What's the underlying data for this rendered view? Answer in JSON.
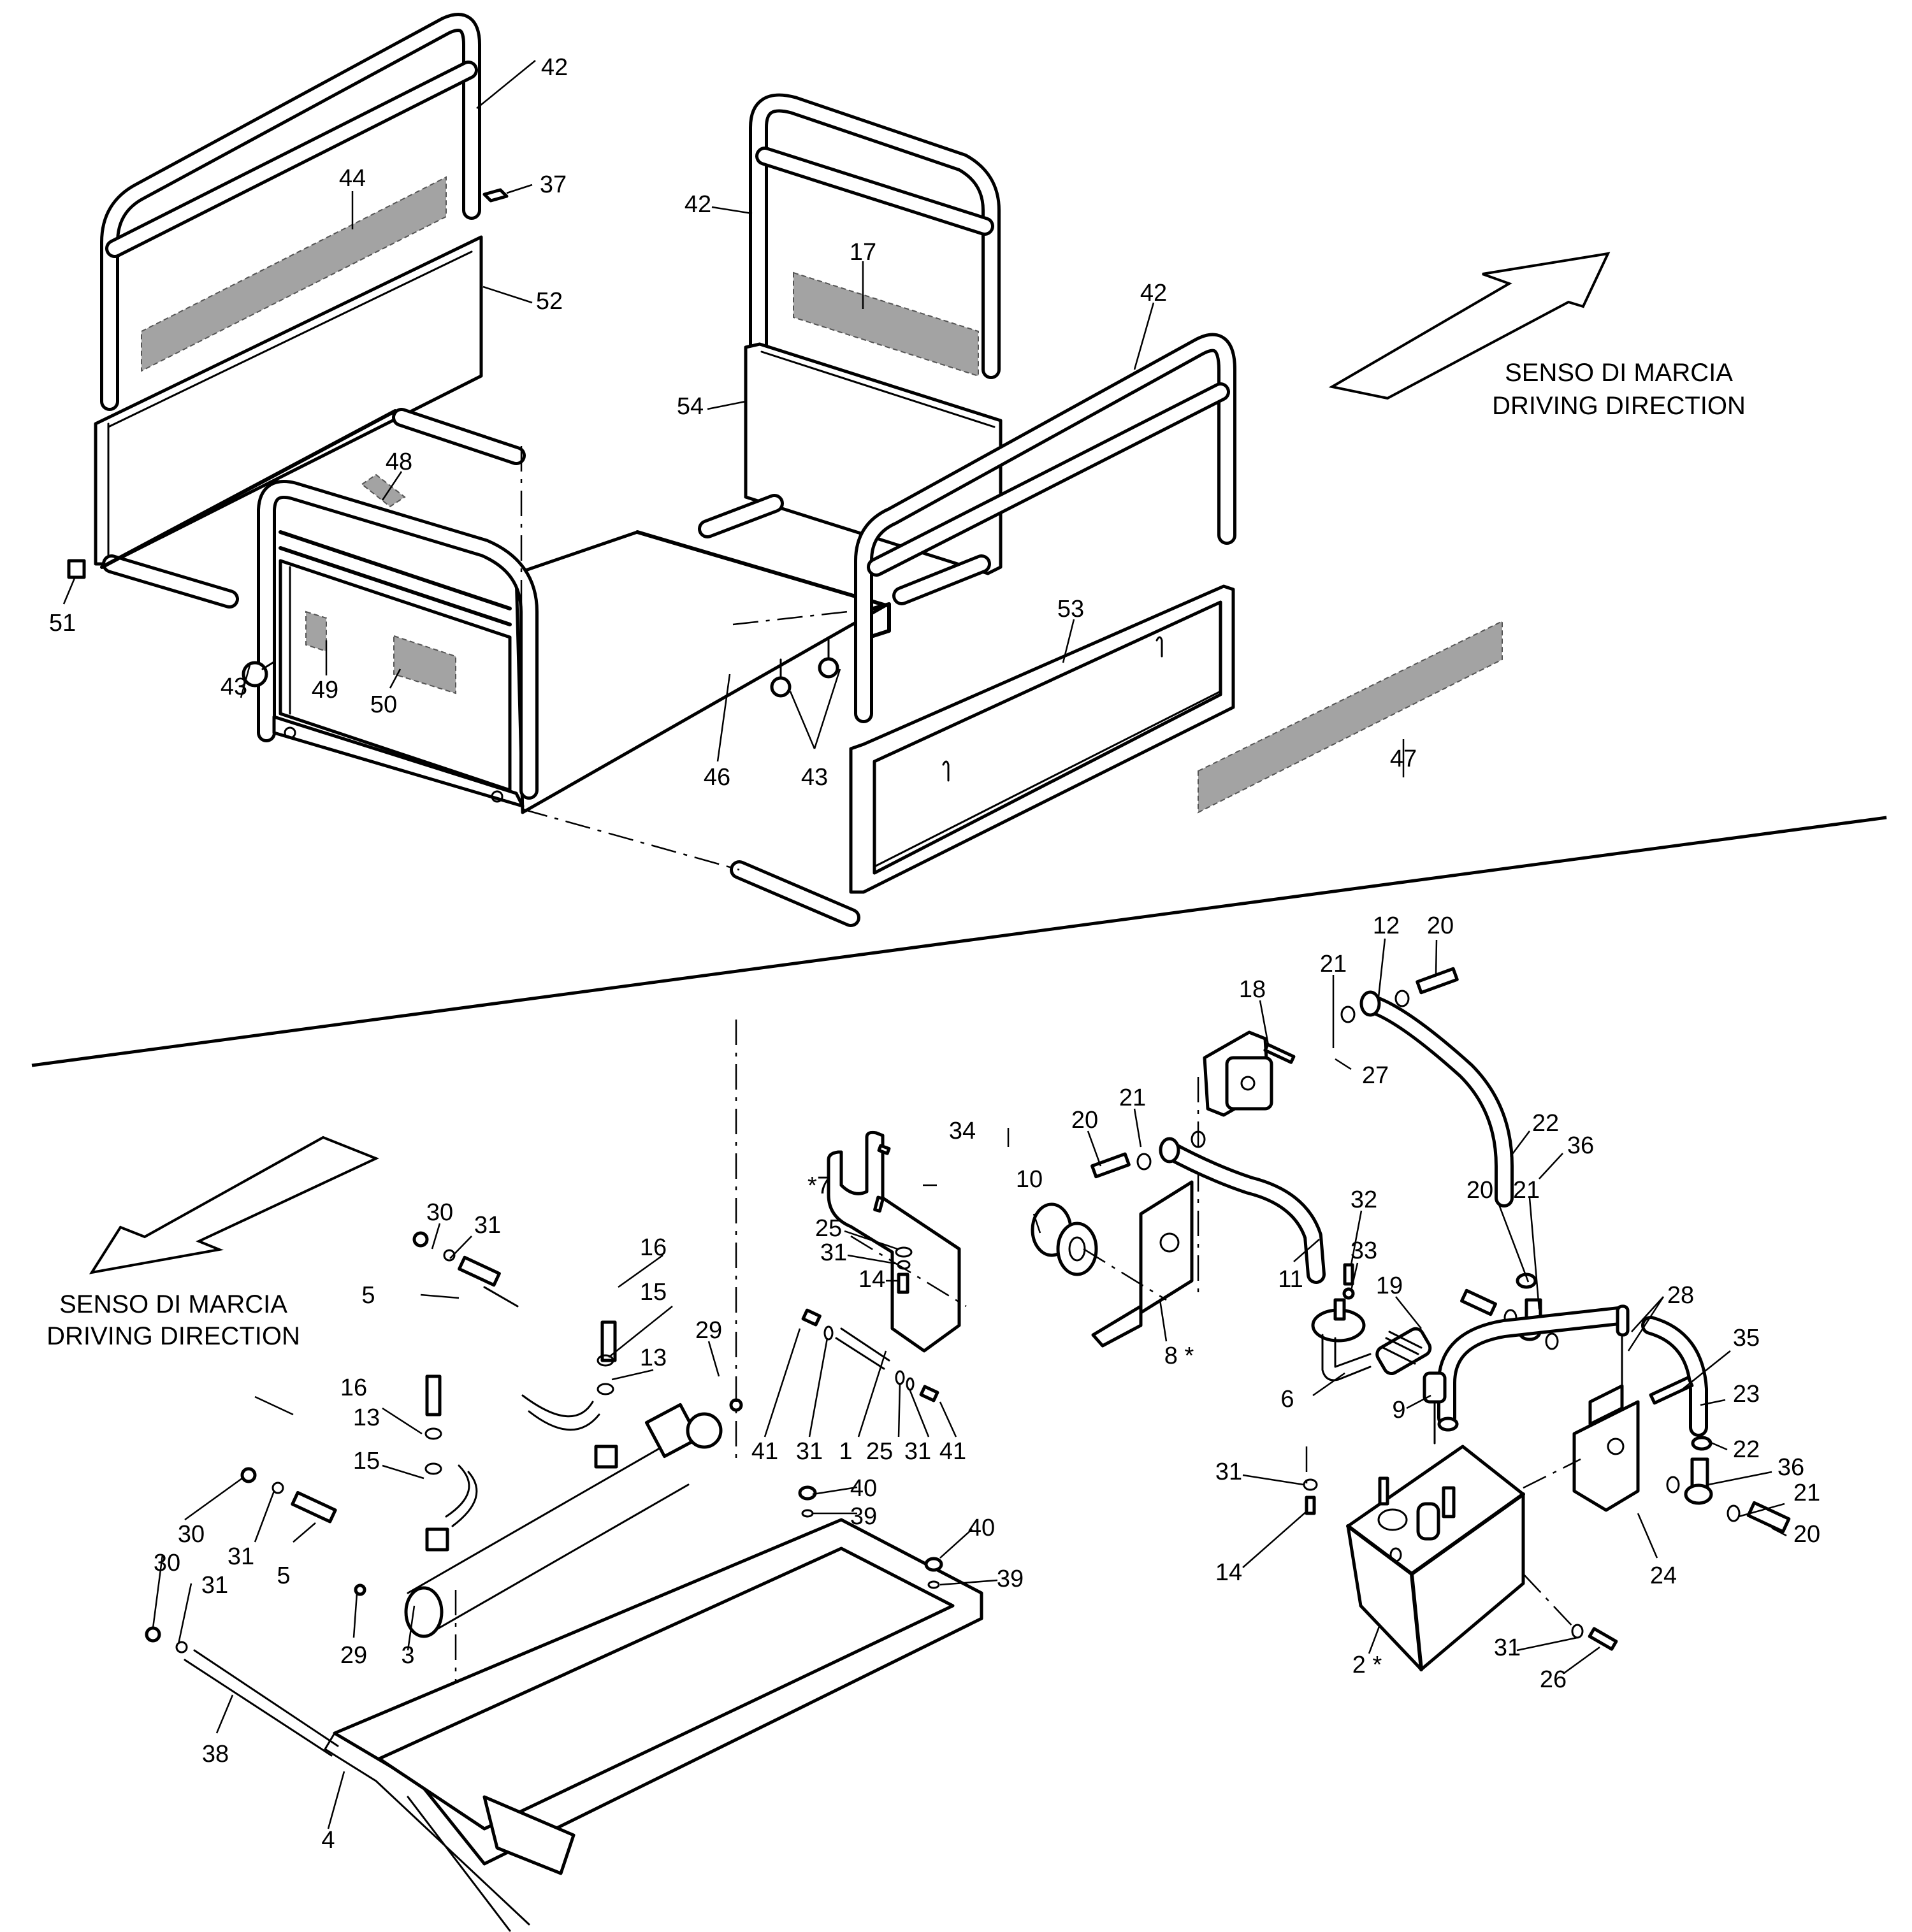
{
  "title": "Exploded parts diagram – cargo frame and hydraulic tipping unit",
  "direction_labels": {
    "top": {
      "line1": "SENSO DI MARCIA",
      "line2": "DRIVING DIRECTION"
    },
    "bottom": {
      "line1": "SENSO DI MARCIA",
      "line2": "DRIVING DIRECTION"
    }
  },
  "colors": {
    "decal_fill": "#a3a3a3",
    "line": "#000000",
    "background": "#ffffff"
  },
  "upper_assembly": {
    "callouts": [
      {
        "id": "c42a",
        "label": "42"
      },
      {
        "id": "c44",
        "label": "44"
      },
      {
        "id": "c37",
        "label": "37"
      },
      {
        "id": "c52",
        "label": "52"
      },
      {
        "id": "c42b",
        "label": "42"
      },
      {
        "id": "c17",
        "label": "17"
      },
      {
        "id": "c42c",
        "label": "42"
      },
      {
        "id": "c54",
        "label": "54"
      },
      {
        "id": "c48",
        "label": "48"
      },
      {
        "id": "c51",
        "label": "51"
      },
      {
        "id": "c49",
        "label": "49"
      },
      {
        "id": "c50",
        "label": "50"
      },
      {
        "id": "c43a",
        "label": "43"
      },
      {
        "id": "c46",
        "label": "46"
      },
      {
        "id": "c43b",
        "label": "43"
      },
      {
        "id": "c53",
        "label": "53"
      },
      {
        "id": "c47",
        "label": "47"
      }
    ]
  },
  "lower_assembly": {
    "callouts": [
      {
        "id": "c21a",
        "label": "21"
      },
      {
        "id": "c12",
        "label": "12"
      },
      {
        "id": "c20a",
        "label": "20"
      },
      {
        "id": "c18",
        "label": "18"
      },
      {
        "id": "c27",
        "label": "27"
      },
      {
        "id": "c20b",
        "label": "20"
      },
      {
        "id": "c21b",
        "label": "21"
      },
      {
        "id": "c34",
        "label": "34"
      },
      {
        "id": "c10",
        "label": "10"
      },
      {
        "id": "c7",
        "label": "*7"
      },
      {
        "id": "c32",
        "label": "32"
      },
      {
        "id": "c33",
        "label": "33"
      },
      {
        "id": "c11",
        "label": "11"
      },
      {
        "id": "c20c",
        "label": "20"
      },
      {
        "id": "c21c",
        "label": "21"
      },
      {
        "id": "c22a",
        "label": "22"
      },
      {
        "id": "c36a",
        "label": "36"
      },
      {
        "id": "c19",
        "label": "19"
      },
      {
        "id": "c28",
        "label": "28"
      },
      {
        "id": "c25a",
        "label": "25"
      },
      {
        "id": "c31a",
        "label": "31"
      },
      {
        "id": "c14a",
        "label": "14"
      },
      {
        "id": "c8",
        "label": "8 *"
      },
      {
        "id": "c6",
        "label": "6"
      },
      {
        "id": "c35",
        "label": "35"
      },
      {
        "id": "c23",
        "label": "23"
      },
      {
        "id": "c9",
        "label": "9"
      },
      {
        "id": "c22b",
        "label": "22"
      },
      {
        "id": "c36b",
        "label": "36"
      },
      {
        "id": "c21d",
        "label": "21"
      },
      {
        "id": "c20d",
        "label": "20"
      },
      {
        "id": "c24",
        "label": "24"
      },
      {
        "id": "c31b",
        "label": "31"
      },
      {
        "id": "c14b",
        "label": "14"
      },
      {
        "id": "c2",
        "label": "2 *"
      },
      {
        "id": "c31c",
        "label": "31"
      },
      {
        "id": "c26",
        "label": "26"
      },
      {
        "id": "c30a",
        "label": "30"
      },
      {
        "id": "c31d",
        "label": "31"
      },
      {
        "id": "c16a",
        "label": "16"
      },
      {
        "id": "c15a",
        "label": "15"
      },
      {
        "id": "c5a",
        "label": "5"
      },
      {
        "id": "c13a",
        "label": "13"
      },
      {
        "id": "c29a",
        "label": "29"
      },
      {
        "id": "c16b",
        "label": "16"
      },
      {
        "id": "c13b",
        "label": "13"
      },
      {
        "id": "c15b",
        "label": "15"
      },
      {
        "id": "c41a",
        "label": "41"
      },
      {
        "id": "c31e",
        "label": "31"
      },
      {
        "id": "c1",
        "label": "1"
      },
      {
        "id": "c25b",
        "label": "25"
      },
      {
        "id": "c31f",
        "label": "31"
      },
      {
        "id": "c41b",
        "label": "41"
      },
      {
        "id": "c40a",
        "label": "40"
      },
      {
        "id": "c39a",
        "label": "39"
      },
      {
        "id": "c40b",
        "label": "40"
      },
      {
        "id": "c39b",
        "label": "39"
      },
      {
        "id": "c30b",
        "label": "30"
      },
      {
        "id": "c31g",
        "label": "31"
      },
      {
        "id": "c5b",
        "label": "5"
      },
      {
        "id": "c30c",
        "label": "30"
      },
      {
        "id": "c31h",
        "label": "31"
      },
      {
        "id": "c29b",
        "label": "29"
      },
      {
        "id": "c3",
        "label": "3"
      },
      {
        "id": "c38",
        "label": "38"
      },
      {
        "id": "c4",
        "label": "4"
      }
    ]
  }
}
